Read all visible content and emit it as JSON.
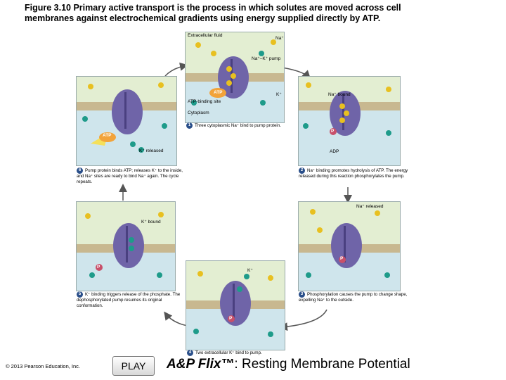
{
  "title": "Figure 3.10 Primary active transport is the process in which solutes are moved across cell membranes against electrochemical gradients using energy supplied directly by ATP.",
  "labels": {
    "extracellular": "Extracellular fluid",
    "na": "Na⁺",
    "pump": "Na⁺–K⁺ pump",
    "k_top": "K⁺",
    "atp_top": "ATP",
    "atp_site": "ATP-binding site",
    "cytoplasm": "Cytoplasm",
    "na_bound": "Na⁺ bound",
    "p_right": "P",
    "adp": "ADP",
    "atp_left": "ATP",
    "k_released": "K⁺ released",
    "na_released": "Na⁺ released",
    "k_bound": "K⁺ bound",
    "p_leftbottom": "P",
    "p_rightbottom": "P",
    "k_bottom": "K⁺",
    "p_bottom": "P"
  },
  "steps": [
    {
      "num": "1",
      "text": "Three cytoplasmic Na⁺ bind to pump protein."
    },
    {
      "num": "2",
      "text": "Na⁺ binding promotes hydrolysis of ATP. The energy released during this reaction phosphorylates the pump."
    },
    {
      "num": "3",
      "text": "Phosphorylation causes the pump to change shape, expelling Na⁺ to the outside."
    },
    {
      "num": "4",
      "text": "Two extracellular K⁺ bind to pump."
    },
    {
      "num": "5",
      "text": "K⁺ binding triggers release of the phosphate. The dephosphorylated pump resumes its original conformation."
    },
    {
      "num": "6",
      "text": "Pump protein binds ATP; releases K⁺ to the inside, and Na⁺ sites are ready to bind Na⁺ again. The cycle repeats."
    }
  ],
  "footer": {
    "copyright": "© 2013 Pearson Education, Inc.",
    "play": "PLAY",
    "flix_brand": "A&P Flix™",
    "flix_title": ": Resting Membrane Potential"
  },
  "colors": {
    "na_ion": "#e8c020",
    "k_ion": "#1e9b8a",
    "pump": "#6f64a8",
    "membrane": "#c8b890",
    "cytoplasm": "#cfe5ec",
    "extracellular": "#e3eed2",
    "arrow": "#555555",
    "phosphate": "#c8506a",
    "step_badge": "#2a4f8a"
  }
}
